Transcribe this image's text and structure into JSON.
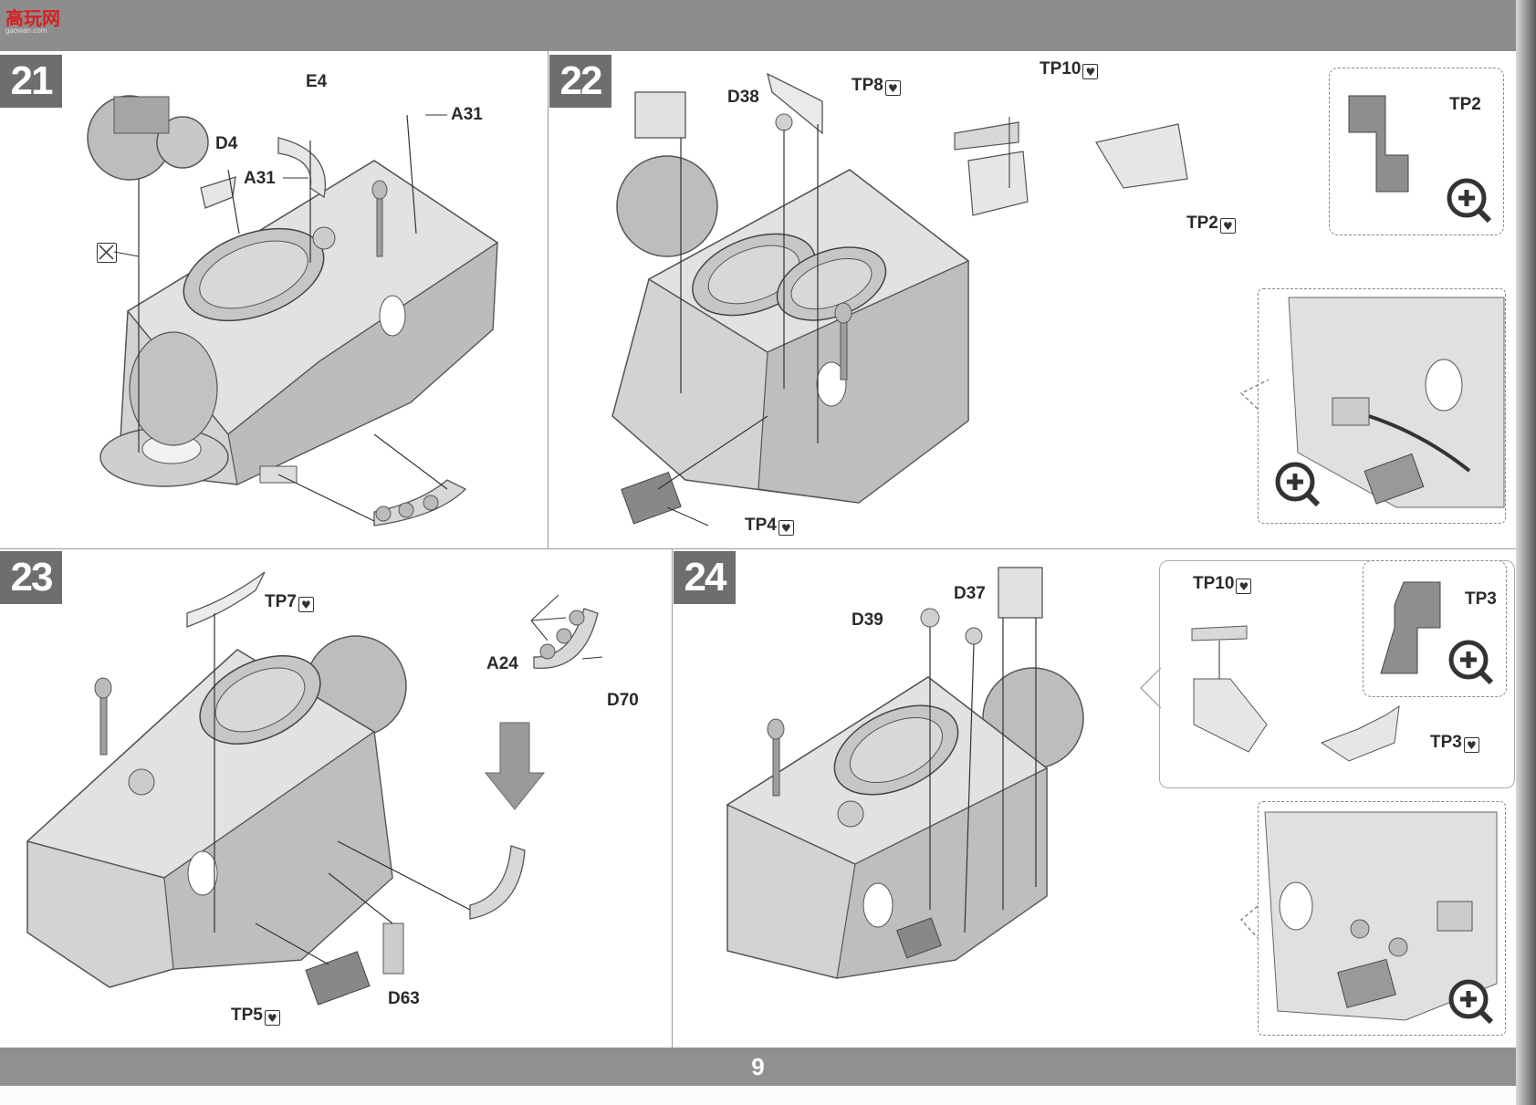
{
  "header": {
    "site_logo_text": "高玩网",
    "site_logo_url_text": "gaowan.com"
  },
  "page": {
    "number": "9"
  },
  "steps": [
    {
      "number": "21",
      "labels": {
        "e4": "E4",
        "d4": "D4",
        "a31_left": "A31",
        "a31_right": "A31"
      }
    },
    {
      "number": "22",
      "labels": {
        "d38": "D38",
        "tp8": "TP8",
        "tp10": "TP10",
        "tp2": "TP2",
        "tp2_zoom": "TP2",
        "tp4": "TP4"
      }
    },
    {
      "number": "23",
      "labels": {
        "tp7": "TP7",
        "a24": "A24",
        "d70": "D70",
        "d63": "D63",
        "tp5": "TP5"
      }
    },
    {
      "number": "24",
      "labels": {
        "d39": "D39",
        "d37": "D37",
        "tp10": "TP10",
        "tp3": "TP3",
        "tp3_zoom": "TP3"
      }
    }
  ],
  "icons": {
    "photo_etch": "photo-etch-part-icon",
    "zoom": "magnify-plus-icon",
    "no_glue": "no-glue-icon"
  },
  "colors": {
    "header_bar": "#8d8d8d",
    "step_badge": "#6e6e6e",
    "hull": "#c9c9c9"
  }
}
